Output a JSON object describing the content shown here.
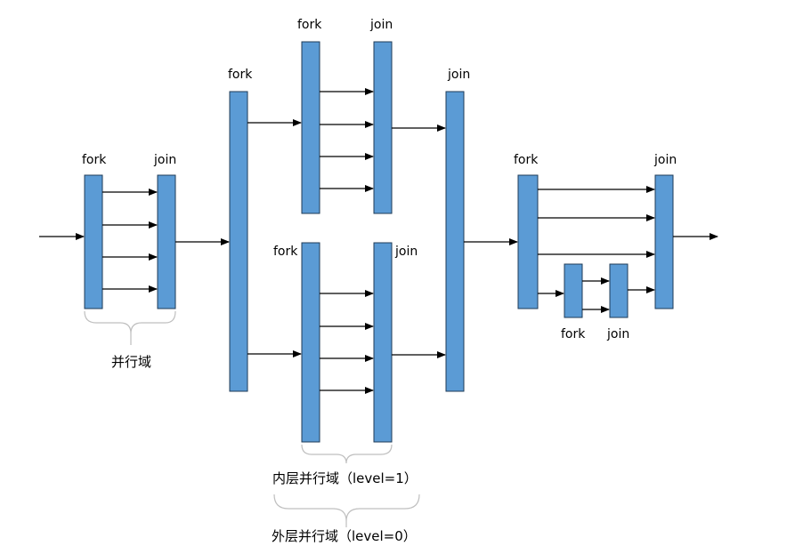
{
  "labels": {
    "fork": "fork",
    "join": "join",
    "parallel_region": "并行域",
    "inner_region": "内层并行域（level=1）",
    "outer_region": "外层并行域（level=0）"
  },
  "colors": {
    "bar_fill": "#5B9BD5",
    "bar_stroke": "#1F3B57",
    "arrow": "#000000",
    "brace": "#BFBFBF"
  }
}
